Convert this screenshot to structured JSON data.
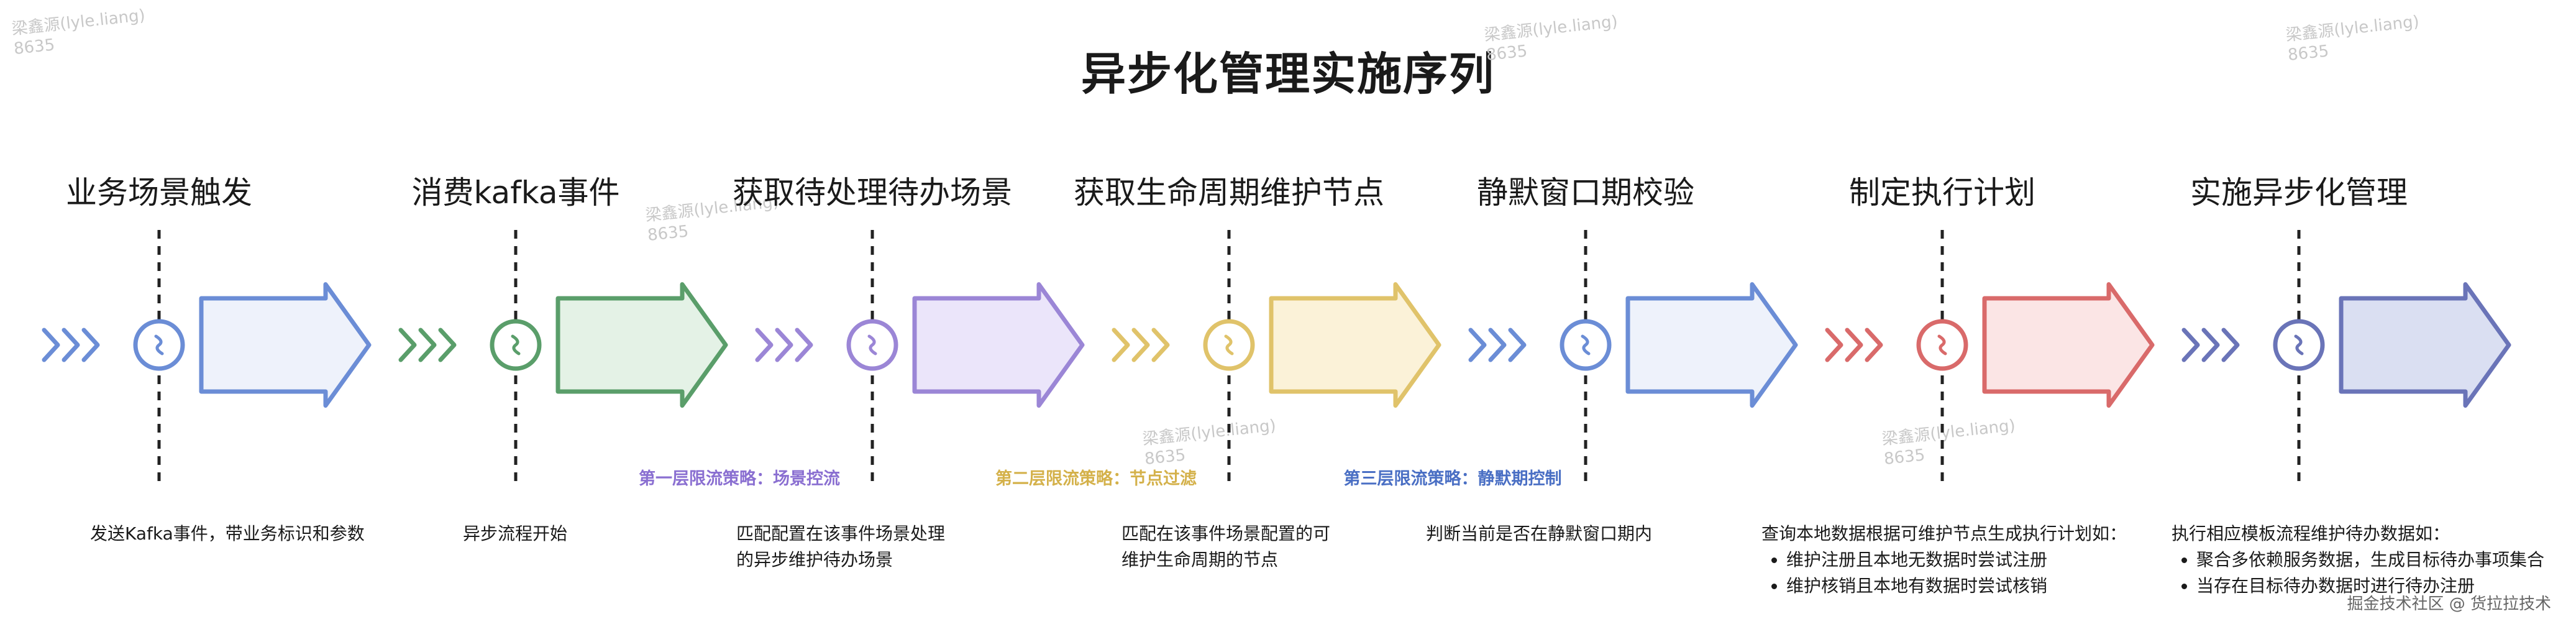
{
  "title": "异步化管理实施序列",
  "steps": [
    {
      "label": "业务场景触发",
      "color": "#6b8dd6",
      "fill": "#eef2fb",
      "desc": [
        "发送Kafka事件，带业务标识和参数"
      ],
      "strategy": ""
    },
    {
      "label": "消费kafka事件",
      "color": "#5a9e6a",
      "fill": "#e4f2e6",
      "desc": [
        "异步流程开始"
      ],
      "strategy": ""
    },
    {
      "label": "获取待处理待办场景",
      "color": "#9b86d6",
      "fill": "#ebe5fa",
      "desc": [
        "匹配配置在该事件场景处理",
        "的异步维护待办场景"
      ],
      "strategy": "第一层限流策略：场景控流"
    },
    {
      "label": "获取生命周期维护节点",
      "color": "#e0c36a",
      "fill": "#fbf2d8",
      "desc": [
        "匹配在该事件场景配置的可",
        "维护生命周期的节点"
      ],
      "strategy": "第二层限流策略：节点过滤"
    },
    {
      "label": "静默窗口期校验",
      "color": "#6b8dd6",
      "fill": "#eef2fb",
      "desc": [
        "判断当前是否在静默窗口期内"
      ],
      "strategy": "第三层限流策略：静默期控制"
    },
    {
      "label": "制定执行计划",
      "color": "#d96a6a",
      "fill": "#fbe5e5",
      "desc": [
        "查询本地数据根据可维护节点生成执行计划如："
      ],
      "bullets": [
        "维护注册且本地无数据时尝试注册",
        "维护核销且本地有数据时尝试核销"
      ],
      "strategy": ""
    },
    {
      "label": "实施异步化管理",
      "color": "#6a74b8",
      "fill": "#dadff2",
      "desc": [
        "执行相应模板流程维护待办数据如："
      ],
      "bullets": [
        "聚合多依赖服务数据，生成目标待办事项集合",
        "当存在目标待办数据时进行待办注册"
      ],
      "strategy": ""
    }
  ],
  "strategy_colors": [
    "#8a6fd1",
    "#d4b14a",
    "#4a6fc4"
  ],
  "watermarks": [
    {
      "name": "梁鑫源(lyle.liang)",
      "id": "8635"
    }
  ],
  "footer": "掘金技术社区 @ 货拉拉技术"
}
